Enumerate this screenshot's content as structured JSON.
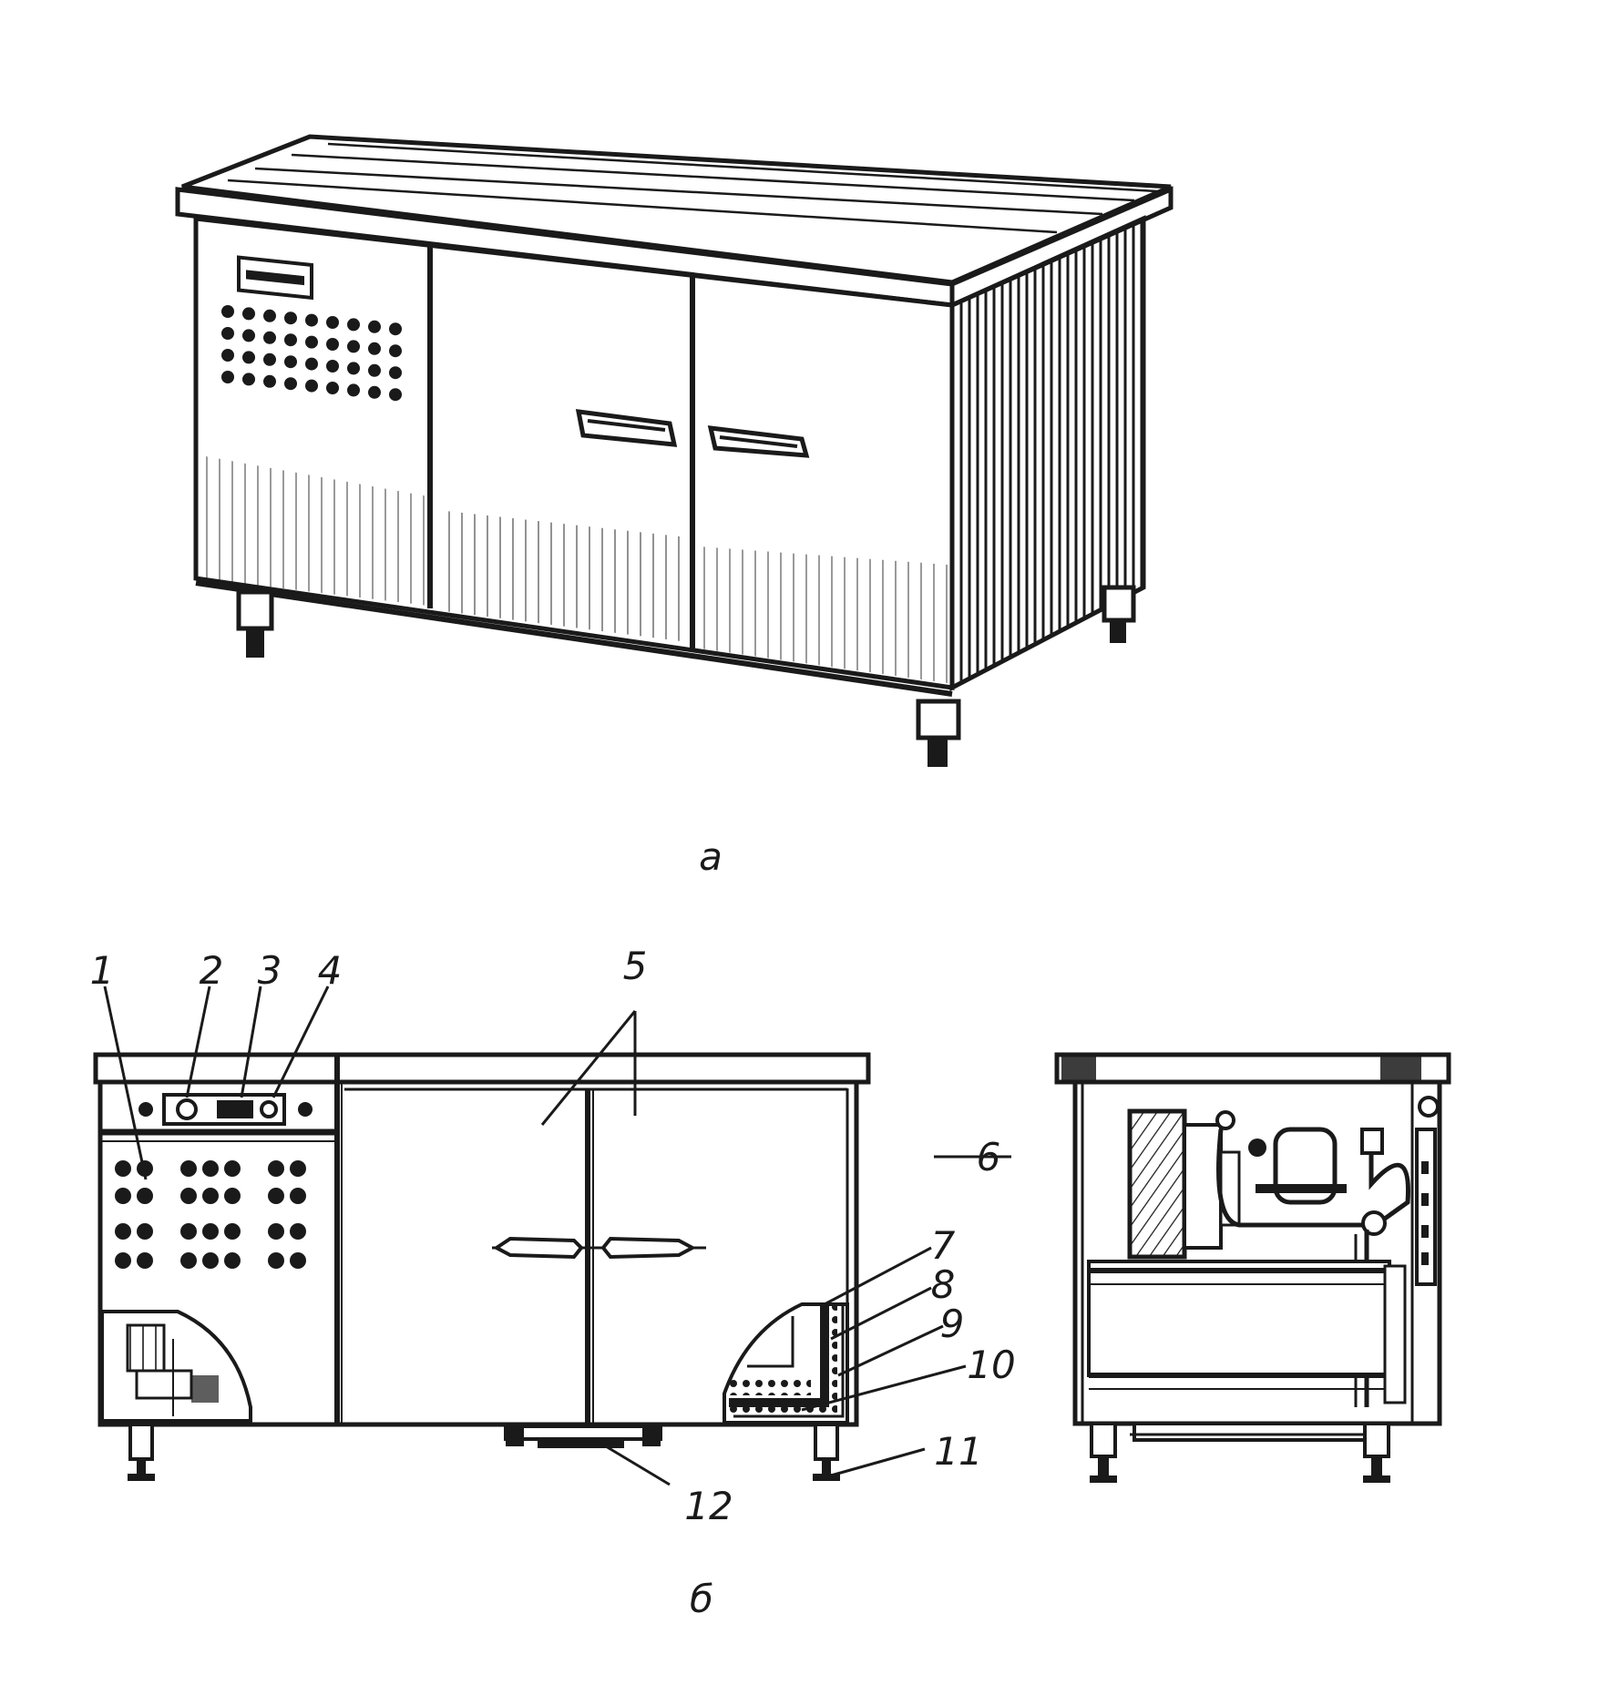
{
  "figure": {
    "panel_a": {
      "caption": "а"
    },
    "panel_b": {
      "caption": "б",
      "callouts": [
        "1",
        "2",
        "3",
        "4",
        "5",
        "6",
        "7",
        "8",
        "9",
        "10",
        "11",
        "12"
      ]
    }
  },
  "colors": {
    "ink": "#1a1a1a",
    "paper": "#ffffff"
  }
}
